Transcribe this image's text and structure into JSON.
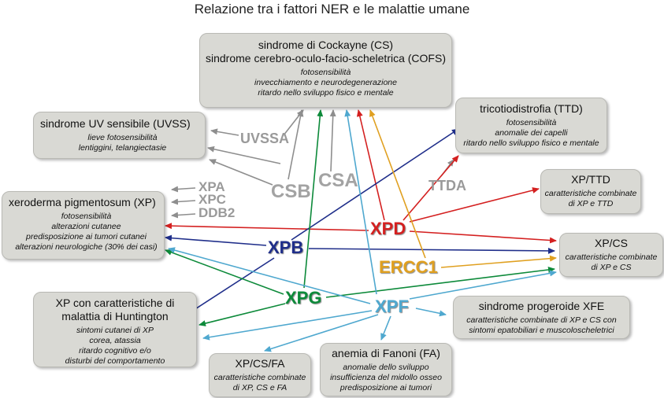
{
  "title": "Relazione tra i fattori NER e le malattie umane",
  "colors": {
    "box_bg": "#d9d9d4",
    "grey_gene": "#9a9a9a",
    "xpd": "#d42020",
    "xpb": "#1f2e8a",
    "xpg": "#0d8a3a",
    "xpf": "#4fa8cf",
    "ercc1": "#e0a020"
  },
  "genes": {
    "xpa": "XPA",
    "xpc": "XPC",
    "ddb2": "DDB2",
    "uvssa": "UVSSA",
    "csb": "CSB",
    "csa": "CSA",
    "ttda": "TTDA",
    "xpd": "XPD",
    "xpb": "XPB",
    "ercc1": "ERCC1",
    "xpg": "XPG",
    "xpf": "XPF"
  },
  "boxes": {
    "cs": {
      "title": [
        "sindrome di Cockayne (CS)",
        "sindrome cerebro-oculo-facio-scheletrica (COFS)"
      ],
      "lines": [
        "fotosensibilità",
        "invecchiamento e neurodegenerazione",
        "ritardo nello sviluppo fisico e mentale"
      ]
    },
    "uvss": {
      "title": [
        "sindrome UV sensibile (UVSS)"
      ],
      "lines": [
        "lieve fotosensibilità",
        "lentiggini, telangiectasie"
      ]
    },
    "ttd": {
      "title": [
        "tricotiodistrofia (TTD)"
      ],
      "lines": [
        "fotosensibilità",
        "anomalie dei capelli",
        "ritardo nello sviluppo fisico e mentale"
      ]
    },
    "xpttd": {
      "title": [
        "XP/TTD"
      ],
      "lines": [
        "caratteristiche combinate",
        "di XP e TTD"
      ]
    },
    "xp": {
      "title": [
        "xeroderma pigmentosum (XP)"
      ],
      "lines": [
        "fotosensibilità",
        "alterazioni cutanee",
        "predisposizione ai tumori cutanei",
        "alterazioni neurologiche (30% dei casi)"
      ]
    },
    "xpcs": {
      "title": [
        "XP/CS"
      ],
      "lines": [
        "caratteristiche combinate",
        "di XP e CS"
      ]
    },
    "xphd": {
      "title": [
        "XP con caratteristiche di",
        "malattia di Huntington"
      ],
      "lines": [
        "sintomi cutanei di XP",
        "corea, atassia",
        "ritardo cognitivo e/o",
        "disturbi del comportamento"
      ]
    },
    "xfe": {
      "title": [
        "sindrome progeroide XFE"
      ],
      "lines": [
        "caratteristiche combinate di XP e CS con",
        "sintomi epatobiliari e muscoloscheletrici"
      ]
    },
    "xpcsfa": {
      "title": [
        "XP/CS/FA"
      ],
      "lines": [
        "caratteristiche combinate",
        "di XP, CS e FA"
      ]
    },
    "fa": {
      "title": [
        "anemia di Fanoni (FA)"
      ],
      "lines": [
        "anomalie dello sviluppo",
        "insufficienza del midollo osseo",
        "predisposizione ai tumori"
      ]
    }
  }
}
